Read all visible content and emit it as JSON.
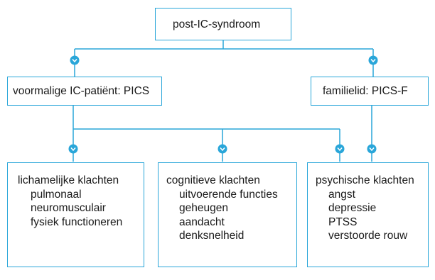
{
  "root": {
    "label": "post-IC-syndroom"
  },
  "branches": [
    {
      "label": "voormalige IC-patiënt: PICS"
    },
    {
      "label": "familielid: PICS-F"
    }
  ],
  "categories": [
    {
      "title": "lichamelijke klachten",
      "items": [
        "pulmonaal",
        "neuromusculair",
        "fysiek functioneren"
      ]
    },
    {
      "title": "cognitieve klachten",
      "items": [
        "uitvoerende functies",
        "geheugen",
        "aandacht",
        "denksnelheid"
      ]
    },
    {
      "title": "psychische klachten",
      "items": [
        "angst",
        "depressie",
        "PTSS",
        "verstoorde rouw"
      ]
    }
  ],
  "colors": {
    "line": "#29a6d9",
    "text": "#1a1a1a",
    "background": "#ffffff"
  }
}
